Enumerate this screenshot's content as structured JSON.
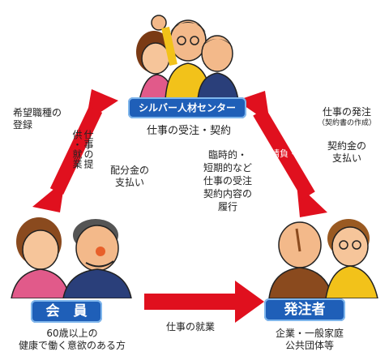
{
  "center": {
    "badge": "シルバー人材センター",
    "sub": "仕事の受注・契約"
  },
  "member": {
    "badge": "会　員",
    "line1": "60歳以上の",
    "line2": "健康で働く意欲のある方"
  },
  "client": {
    "badge": "発注者",
    "line1": "企業・一般家庭",
    "line2": "公共団体等"
  },
  "left_flow": {
    "register_line1": "希望職種の",
    "register_line2": "登録",
    "provide": "仕事の提供・就業",
    "pay_line1": "配分金の",
    "pay_line2": "支払い"
  },
  "right_flow": {
    "order_line1": "仕事の発注",
    "order_note": "（契約書の作成）",
    "contract_line1": "契約金の",
    "contract_line2": "支払い",
    "request": "請負・委任"
  },
  "middle_flow": {
    "l1": "臨時的・",
    "l2": "短期的など",
    "l3": "仕事の受注",
    "l4": "契約内容の",
    "l5": "履行"
  },
  "bottom_flow": {
    "work": "仕事の就業"
  },
  "colors": {
    "arrow": "#e0101e",
    "badge_blue": "#1f5fb8",
    "badge_text": "#ffffff"
  }
}
